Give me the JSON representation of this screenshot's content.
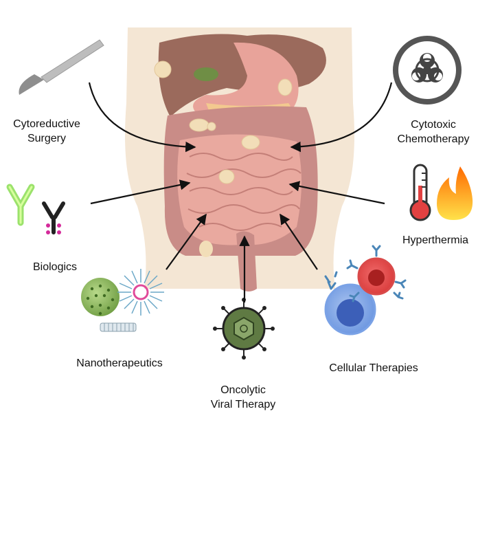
{
  "therapies": {
    "cytoreductive_surgery": {
      "line1": "Cytoreductive",
      "line2": "Surgery"
    },
    "cytotoxic_chemotherapy": {
      "line1": "Cytotoxic",
      "line2": "Chemotherapy"
    },
    "biologics": {
      "label": "Biologics"
    },
    "hyperthermia": {
      "label": "Hyperthermia"
    },
    "nanotherapeutics": {
      "label": "Nanotherapeutics"
    },
    "oncolytic_viral_therapy": {
      "line1": "Oncolytic",
      "line2": "Viral Therapy"
    },
    "cellular_therapies": {
      "label": "Cellular Therapies"
    }
  },
  "icons": {
    "scalpel": "scalpel-icon",
    "biohazard": "biohazard-icon",
    "antibody": "antibody-icon",
    "thermometer": "thermometer-icon",
    "flame": "flame-icon",
    "nanoparticle": "nanoparticle-icon",
    "virus": "virus-icon",
    "cells": "immune-cell-icon"
  },
  "colors": {
    "skin": "#f4e6d4",
    "liver": "#9b6a5c",
    "stomach": "#e8a39a",
    "intestine": "#e9a99f",
    "colon": "#c98c87",
    "tumor": "#f2deb8",
    "arrow": "#111111"
  }
}
